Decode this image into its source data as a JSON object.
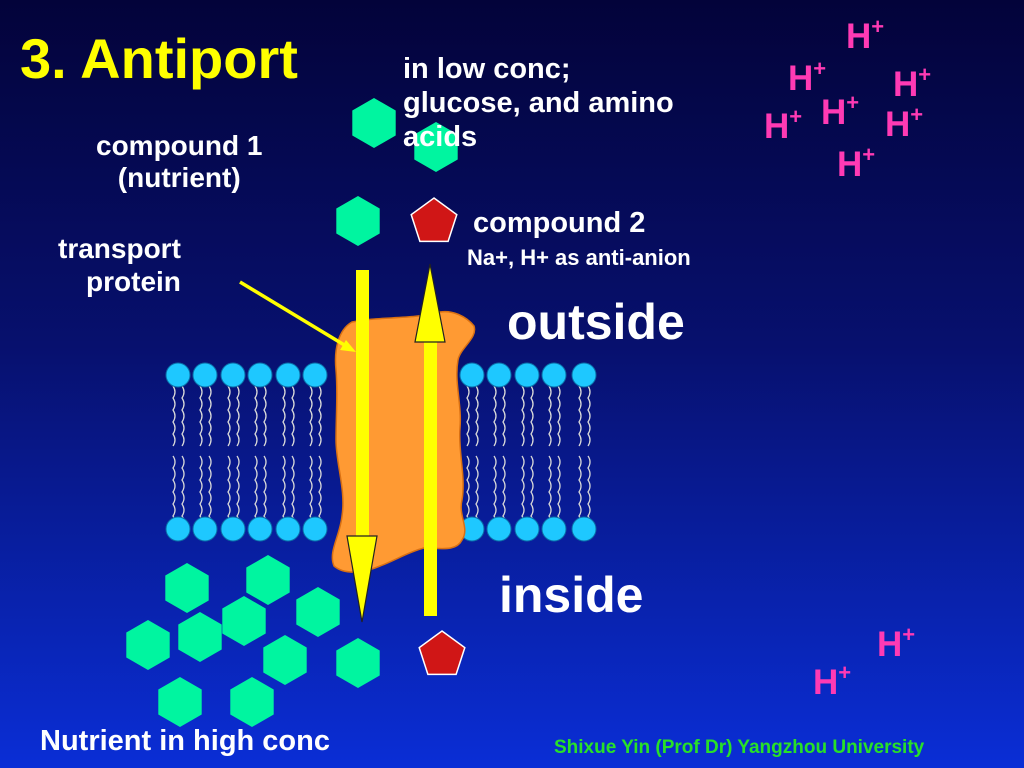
{
  "title": "3. Antiport",
  "low_conc_lines": [
    "in low conc;",
    "glucose, and amino",
    "acids"
  ],
  "compound1_lines": [
    "compound 1",
    "(nutrient)"
  ],
  "transport_protein_lines": [
    "transport",
    "protein"
  ],
  "compound2": "compound 2",
  "compound2_sub": "Na+, H+ as anti-anion",
  "outside_label": "outside",
  "inside_label": "inside",
  "bottom_label": "Nutrient in high conc",
  "credit": "Shixue Yin (Prof Dr) Yangzhou University",
  "ion": {
    "base": "H",
    "charge": "+"
  },
  "colors": {
    "title": "#ffff00",
    "ion": "#ff3ab4",
    "nutrient": "#00f5a0",
    "compound2": "#d01616",
    "protein": "#ff9a33",
    "arrow": "#ffff00",
    "lipid_head": "#1ec8ff",
    "credit": "#28e028"
  }
}
